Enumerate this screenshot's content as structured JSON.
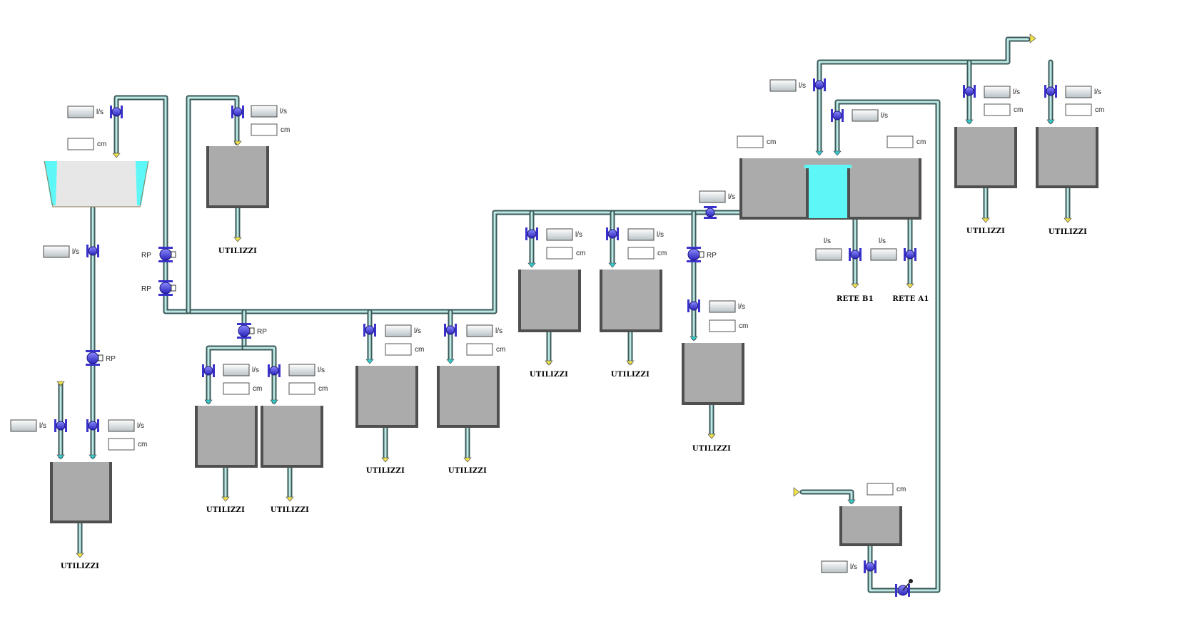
{
  "labels": {
    "flow_unit": "l/s",
    "level_unit": "cm",
    "relief_tag": "RP",
    "utilities": "UTILIZZI",
    "rete_b1": "RETE B1",
    "rete_a1": "RETE A1"
  },
  "colors": {
    "pipe_outline": "#3a5858",
    "pipe_fill": "#bfe9e4",
    "valve": "#3a32cc",
    "tank_fill": "#ababab",
    "tank_wall": "#4f4f4f",
    "water": "#5ef7f7",
    "arrow_in": "#33cccc",
    "arrow_out": "#f2e24a"
  },
  "icons": [
    "valve-icon",
    "relief-valve-icon",
    "check-valve-icon",
    "inflow-arrow-icon",
    "outflow-arrow-icon",
    "source-flag-icon"
  ]
}
